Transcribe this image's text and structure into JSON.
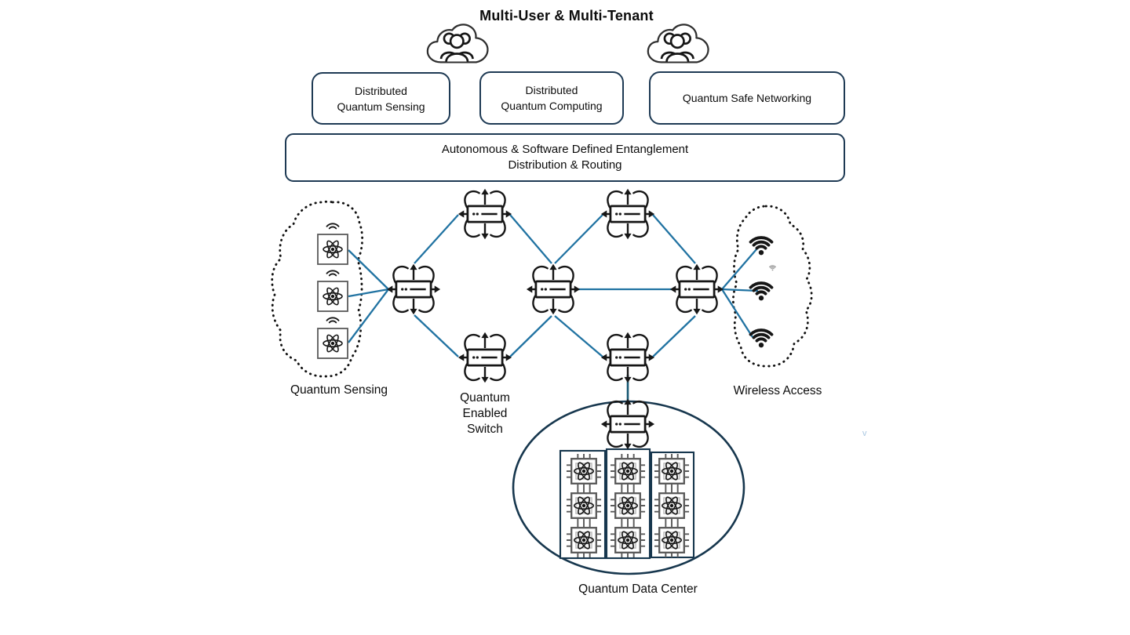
{
  "title": "Multi-User & Multi-Tenant",
  "application_boxes": [
    {
      "label": "Distributed\nQuantum Sensing"
    },
    {
      "label": "Distributed\nQuantum Computing"
    },
    {
      "label": "Quantum Safe Networking"
    }
  ],
  "control_box": {
    "label": "Autonomous & Software Defined Entanglement\nDistribution & Routing"
  },
  "region_labels": {
    "quantum_sensing": "Quantum Sensing",
    "quantum_enabled_switch": "Quantum\nEnabled\nSwitch",
    "wireless_access": "Wireless Access",
    "quantum_data_center": "Quantum Data Center"
  },
  "stray_glyph": "v",
  "icons": {
    "user_group": "cloud-with-people-icon",
    "switch": "quantum-switch-icon",
    "sensor": "atom-sensor-icon",
    "access_point": "wifi-icon",
    "processor": "quantum-chip-icon"
  },
  "network": {
    "switch_type_label": "Quantum Enabled Switch",
    "switches": [
      "top-left",
      "top-right",
      "edge-left",
      "center",
      "edge-right",
      "bottom-left",
      "bottom-right",
      "data-center"
    ],
    "links": [
      [
        "edge-left",
        "top-left"
      ],
      [
        "top-left",
        "center"
      ],
      [
        "center",
        "top-right"
      ],
      [
        "top-right",
        "edge-right"
      ],
      [
        "edge-left",
        "bottom-left"
      ],
      [
        "bottom-left",
        "center"
      ],
      [
        "center",
        "bottom-right"
      ],
      [
        "bottom-right",
        "edge-right"
      ],
      [
        "center",
        "edge-right"
      ],
      [
        "bottom-right",
        "data-center"
      ]
    ],
    "quantum_sensors": 3,
    "wireless_access_points": 3,
    "data_center_racks": 3,
    "processors_per_rack": 3
  },
  "colors": {
    "box_border": "#1e3a54",
    "link_line": "#2173a2",
    "trunk_line": "#175873",
    "ellipse_border": "#17374e",
    "icon_black": "#161616",
    "chip_gray": "#5a5a5a",
    "stray_glyph_color": "#a9c7e2"
  }
}
